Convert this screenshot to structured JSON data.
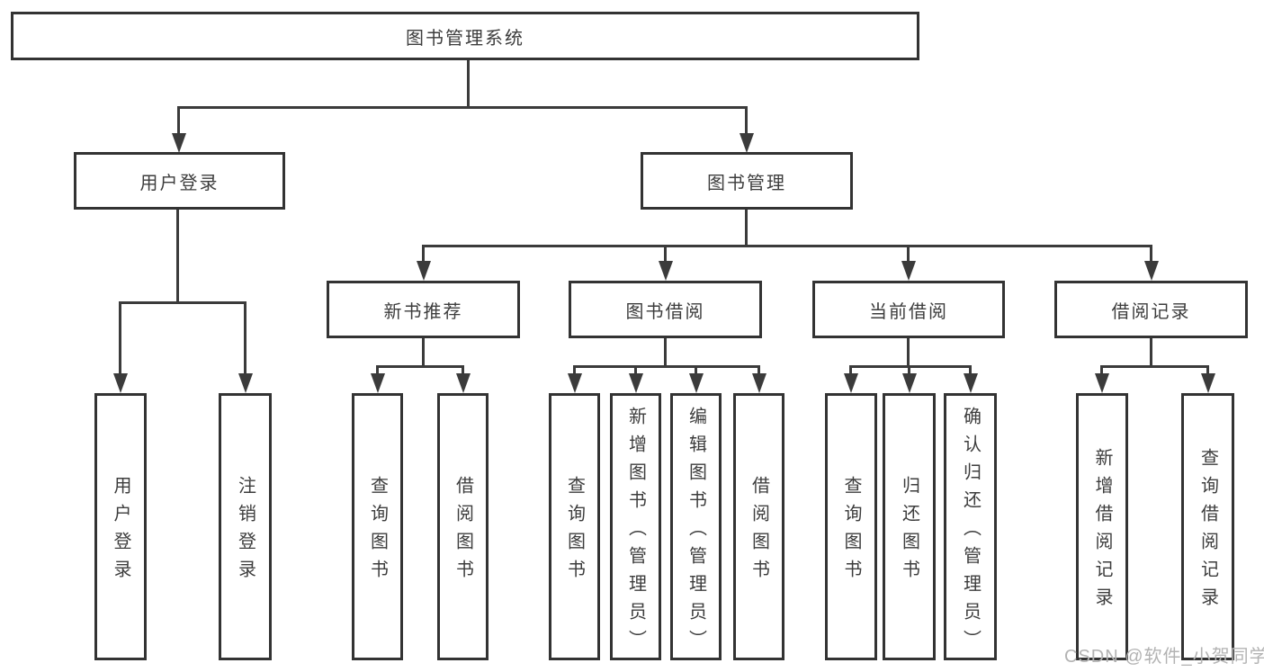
{
  "tree": {
    "root": "图书管理系统",
    "level2": [
      "用户登录",
      "图书管理"
    ],
    "level3": [
      "新书推荐",
      "图书借阅",
      "当前借阅",
      "借阅记录"
    ],
    "leaves": [
      "用户登录",
      "注销登录",
      "查询图书",
      "借阅图书",
      "查询图书",
      "新增图书（管理员）",
      "编辑图书（管理员）",
      "借阅图书",
      "查询图书",
      "归还图书",
      "确认归还（管理员）",
      "新增借阅记录",
      "查询借阅记录"
    ],
    "hierarchy": {
      "图书管理系统": {
        "用户登录": [
          "用户登录",
          "注销登录"
        ],
        "图书管理": {
          "新书推荐": [
            "查询图书",
            "借阅图书"
          ],
          "图书借阅": [
            "查询图书",
            "新增图书（管理员）",
            "编辑图书（管理员）",
            "借阅图书"
          ],
          "当前借阅": [
            "查询图书",
            "归还图书",
            "确认归还（管理员）"
          ],
          "借阅记录": [
            "新增借阅记录",
            "查询借阅记录"
          ]
        }
      }
    }
  },
  "watermark": "CSDN @软件_小贺同学",
  "colors": {
    "line": "#3b3b3b",
    "box_border": "#333333",
    "box_background": "#ffffff",
    "text": "#3d3d3d",
    "watermark": "#b3b3b3",
    "page_background": "#ffffff"
  }
}
